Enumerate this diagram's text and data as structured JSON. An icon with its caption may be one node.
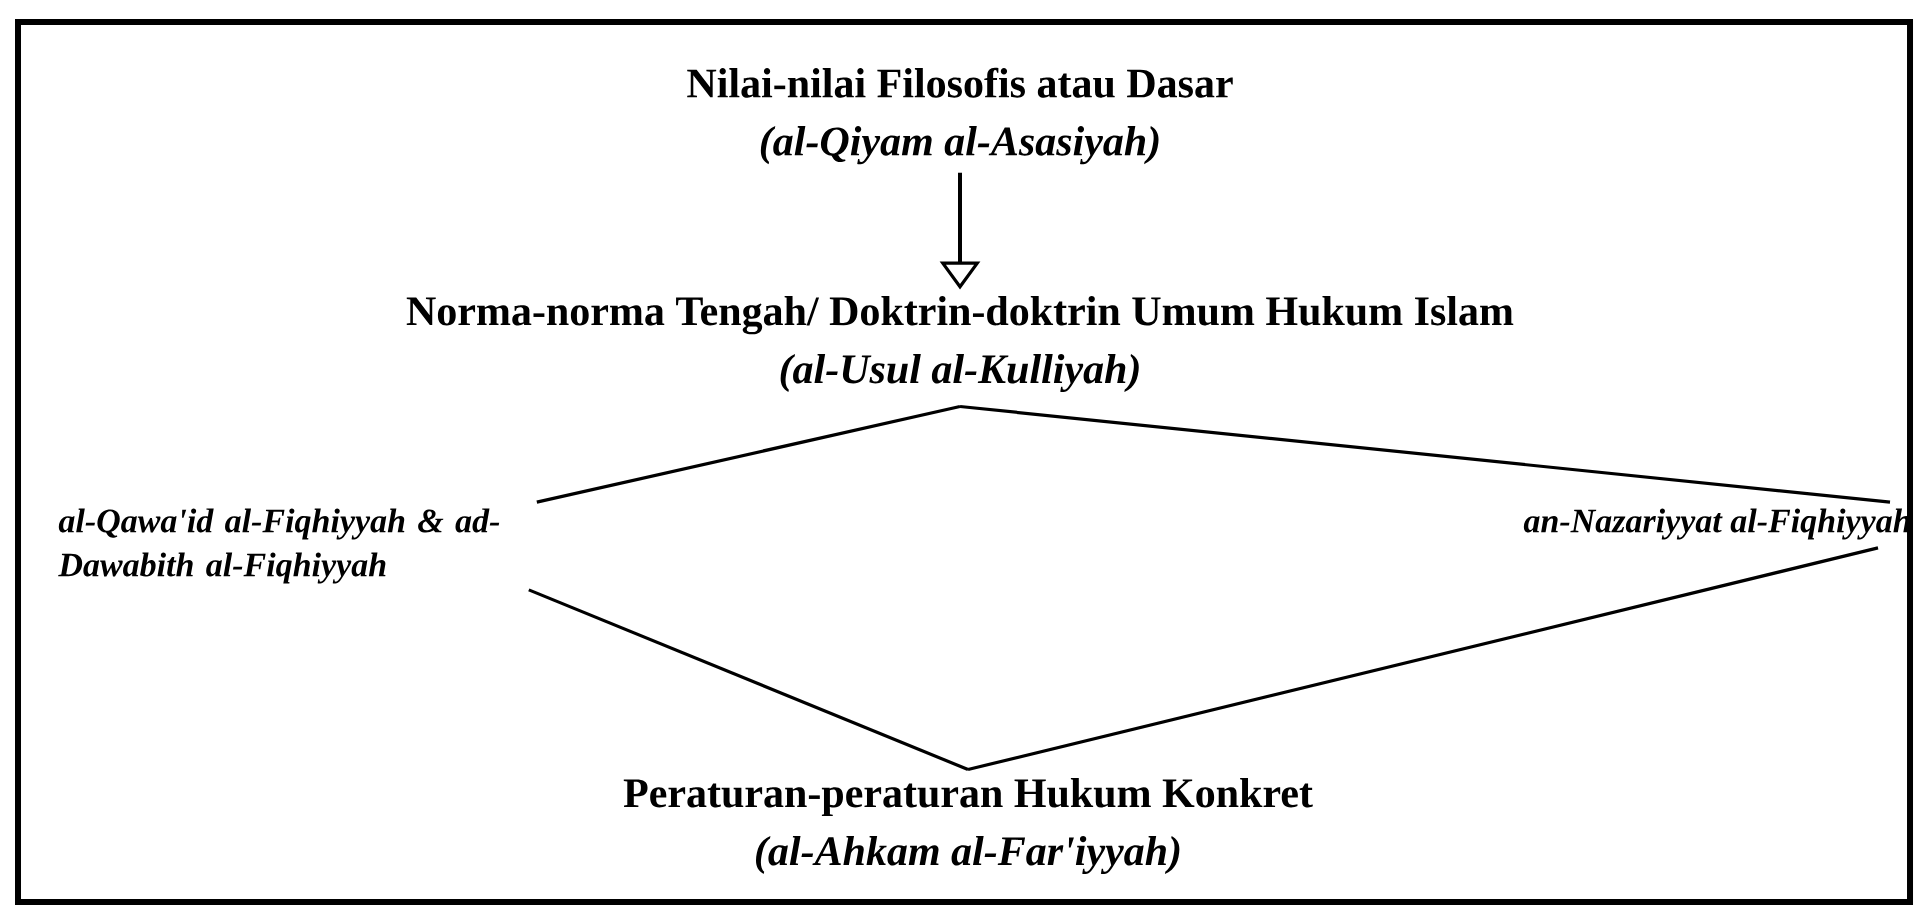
{
  "diagram": {
    "nodes": [
      {
        "text": [
          "Nilai-nilai Filosofis atau Dasar",
          "(al-Qiyam al-Asasiyah)"
        ]
      },
      {
        "text": [
          "Norma-norma Tengah/ Doktrin-doktrin Umum Hukum Islam",
          "(al-Usul al-Kulliyah)"
        ]
      },
      {
        "text": [
          "al-Qawa'id al-Fiqhiyyah & ad-Dawabith al-Fiqhiyyah"
        ]
      },
      {
        "text": [
          "an-Nazariyyat al-Fiqhiyyah"
        ]
      },
      {
        "text": [
          "Peraturan-peraturan Hukum Konkret",
          "(al-Ahkam al-Far'iyyah)"
        ]
      }
    ],
    "edges": [
      {
        "from": 0,
        "to": 1,
        "arrow": "to"
      },
      {
        "from": 1,
        "to": 2,
        "arrow": "none"
      },
      {
        "from": 1,
        "to": 3,
        "arrow": "none"
      },
      {
        "from": 2,
        "to": 4,
        "arrow": "none"
      },
      {
        "from": 3,
        "to": 4,
        "arrow": "none"
      }
    ]
  }
}
